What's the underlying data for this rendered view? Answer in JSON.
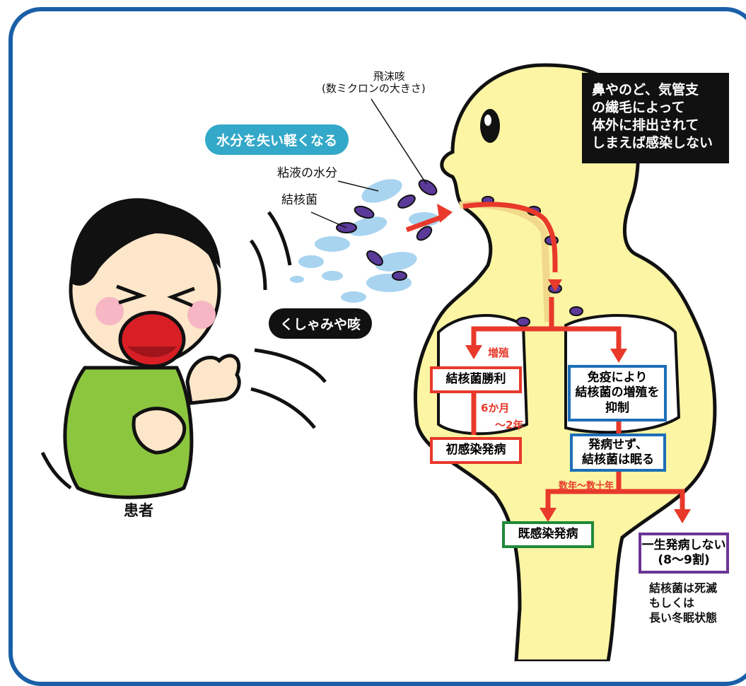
{
  "droplet_label": {
    "line1": "飛沫咳",
    "line2": "(数ミクロンの大きさ)"
  },
  "lighter_label": "水分を失い軽くなる",
  "mucus_label": "粘液の水分",
  "bacteria_label": "結核菌",
  "sneeze_label": "くしゃみや咳",
  "patient_label": "患者",
  "expel_note": {
    "line1": "鼻やのど、気管支",
    "line2": "の繊毛によって",
    "line3": "体外に排出されて",
    "line4": "しまえば感染しない"
  },
  "multiply_label": "増殖",
  "bacteria_win": "結核菌勝利",
  "duration_1": "6か月",
  "duration_2": "〜2年",
  "primary_disease": "初感染発病",
  "immune_box": {
    "line1": "免疫により",
    "line2": "結核菌の増殖を",
    "line3": "抑制"
  },
  "dormant_box": {
    "line1": "発病せず、",
    "line2": "結核菌は眠る"
  },
  "years_label": "数年〜数十年",
  "reinfection": "既感染発病",
  "lifetime_box": {
    "line1": "一生発病しない",
    "line2": "(8〜9割)"
  },
  "dormant_note": {
    "line1": "結核菌は死滅",
    "line2": "もしくは",
    "line3": "長い冬眠状態"
  },
  "colors": {
    "frame": "#1a5fa8",
    "body": "#fbf5a4",
    "arrow": "#e8392b",
    "bacteria": "#5b3a9a",
    "shirt": "#8cc63f"
  }
}
